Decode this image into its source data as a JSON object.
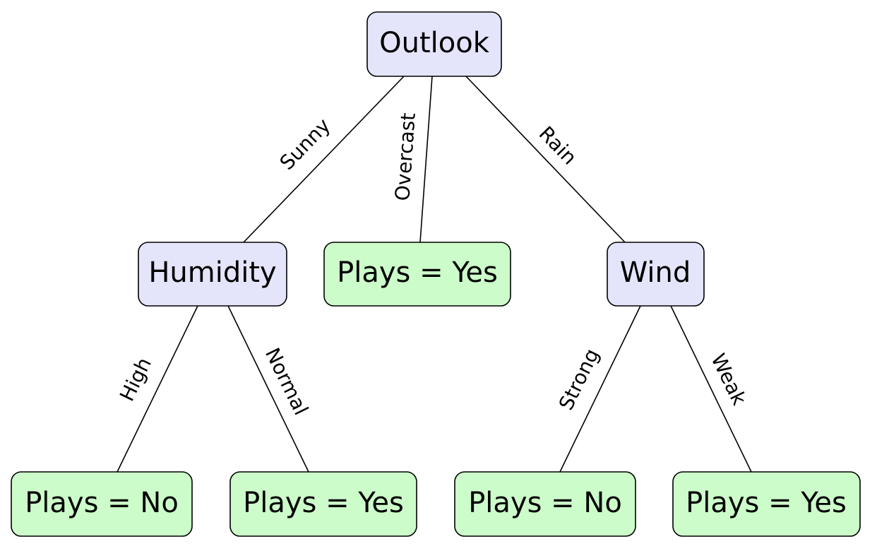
{
  "nodes": {
    "outlook": "Outlook",
    "humidity": "Humidity",
    "overcast_leaf": "Plays = Yes",
    "wind": "Wind",
    "high_leaf": "Plays = No",
    "normal_leaf": "Plays = Yes",
    "strong_leaf": "Plays = No",
    "weak_leaf": "Plays = Yes"
  },
  "edges": {
    "sunny": "Sunny",
    "overcast": "Overcast",
    "rain": "Rain",
    "high": "High",
    "normal": "Normal",
    "strong": "Strong",
    "weak": "Weak"
  },
  "colors": {
    "decision_fill": "#e4e5fb",
    "leaf_fill": "#ccfcc9"
  }
}
